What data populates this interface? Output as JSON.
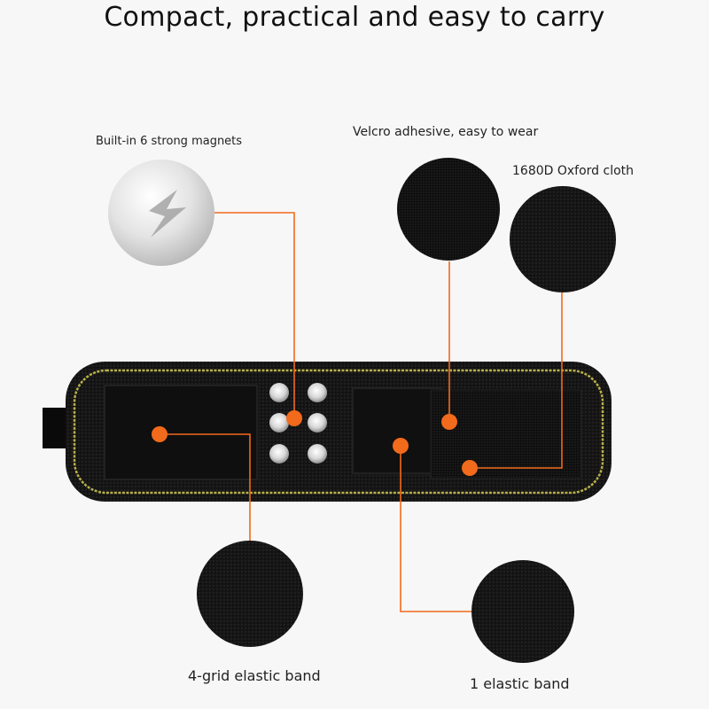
{
  "title": "Compact, practical and easy to carry",
  "labels": {
    "magnets": "Built-in 6 strong magnets",
    "velcro": "Velcro adhesive, easy to wear",
    "oxford": "1680D Oxford cloth",
    "grid_band": "4-grid elastic band",
    "elastic_band": "1 elastic band"
  },
  "colors": {
    "accent": "#f26a1b",
    "band": "#111111",
    "trim": "#b8b04a",
    "background": "#f7f7f7"
  }
}
